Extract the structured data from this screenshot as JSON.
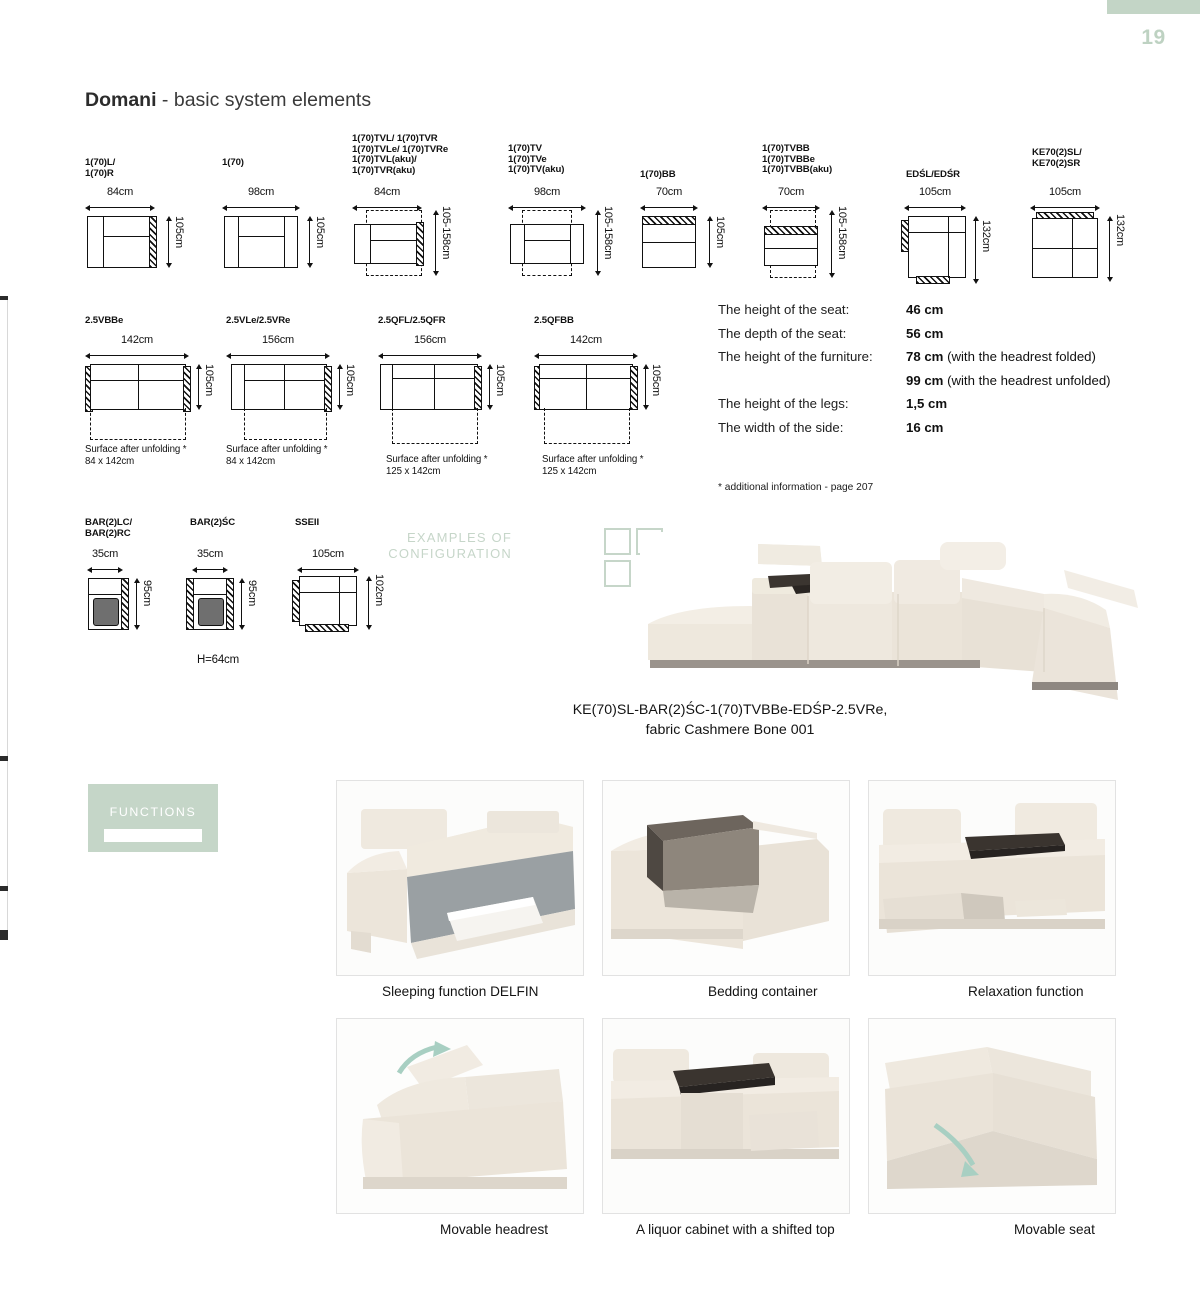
{
  "page": {
    "number": "19"
  },
  "heading": {
    "brand": "Domani",
    "rest": " - basic system elements"
  },
  "elements_row1": [
    {
      "code": "1(70)L/\n1(70)R",
      "width": "84cm",
      "height": "105cm"
    },
    {
      "code": "1(70)",
      "width": "98cm",
      "height": "105cm"
    },
    {
      "code": "1(70)TVL/ 1(70)TVR\n1(70)TVLe/ 1(70)TVRe\n1(70)TVL(aku)/\n1(70)TVR(aku)",
      "width": "84cm",
      "height": "105-158cm"
    },
    {
      "code": "1(70)TV\n1(70)TVe\n1(70)TV(aku)",
      "width": "98cm",
      "height": "105-158cm"
    },
    {
      "code": "1(70)BB",
      "width": "70cm",
      "height": "105cm"
    },
    {
      "code": "1(70)TVBB\n1(70)TVBBe\n1(70)TVBB(aku)",
      "width": "70cm",
      "height": "105-158cm"
    },
    {
      "code": "EDŚL/EDŚR",
      "width": "105cm",
      "height": "132cm"
    },
    {
      "code": "KE70(2)SL/\nKE70(2)SR",
      "width": "105cm",
      "height": "132cm"
    }
  ],
  "elements_row2": [
    {
      "code": "2.5VBBe",
      "width": "142cm",
      "height": "105cm",
      "note": "Surface after unfolding *\n84 x 142cm"
    },
    {
      "code": "2.5VLe/2.5VRe",
      "width": "156cm",
      "height": "105cm",
      "note": "Surface after unfolding *\n84 x 142cm"
    },
    {
      "code": "2.5QFL/2.5QFR",
      "width": "156cm",
      "height": "105cm",
      "note": "Surface after unfolding *\n125 x 142cm"
    },
    {
      "code": "2.5QFBB",
      "width": "142cm",
      "height": "105cm",
      "note": "Surface after unfolding *\n125 x 142cm"
    }
  ],
  "elements_row3": [
    {
      "code": "BAR(2)LC/\nBAR(2)RC",
      "width": "35cm",
      "height": "95cm",
      "extra": ""
    },
    {
      "code": "BAR(2)ŚC",
      "width": "35cm",
      "height": "95cm",
      "extra": "H=64cm"
    },
    {
      "code": "SSEII",
      "width": "105cm",
      "height": "102cm",
      "extra": ""
    }
  ],
  "specs": {
    "rows": [
      {
        "label": "The height of the seat:",
        "value": "46 cm",
        "paren": ""
      },
      {
        "label": "The depth of the seat:",
        "value": "56 cm",
        "paren": ""
      },
      {
        "label": "The height of the furniture:",
        "value": "78 cm",
        "paren": " (with the headrest folded)"
      },
      {
        "label": "",
        "value": "99 cm",
        "paren": " (with the headrest unfolded)"
      },
      {
        "label": "The height of the legs:",
        "value": "1,5 cm",
        "paren": ""
      },
      {
        "label": "The width of the side:",
        "value": "16 cm",
        "paren": ""
      }
    ],
    "footnote": "* additional information - page 207"
  },
  "examples": {
    "line1": "EXAMPLES OF",
    "line2": "CONFIGURATION",
    "caption_line1": "KE(70)SL-BAR(2)ŚC-1(70)TVBBe-EDŚP-2.5VRe,",
    "caption_line2": "fabric Cashmere Bone 001"
  },
  "functions": {
    "badge": "FUNCTIONS",
    "photos": [
      {
        "caption": "Sleeping function DELFIN"
      },
      {
        "caption": "Bedding container"
      },
      {
        "caption": "Relaxation function"
      },
      {
        "caption": "Movable headrest"
      },
      {
        "caption": "A liquor cabinet with a shifted top"
      },
      {
        "caption": "Movable seat"
      }
    ]
  },
  "colors": {
    "accent_sage": "#c5d6c8",
    "upholstery": "#ece5da",
    "line": "#111111"
  }
}
